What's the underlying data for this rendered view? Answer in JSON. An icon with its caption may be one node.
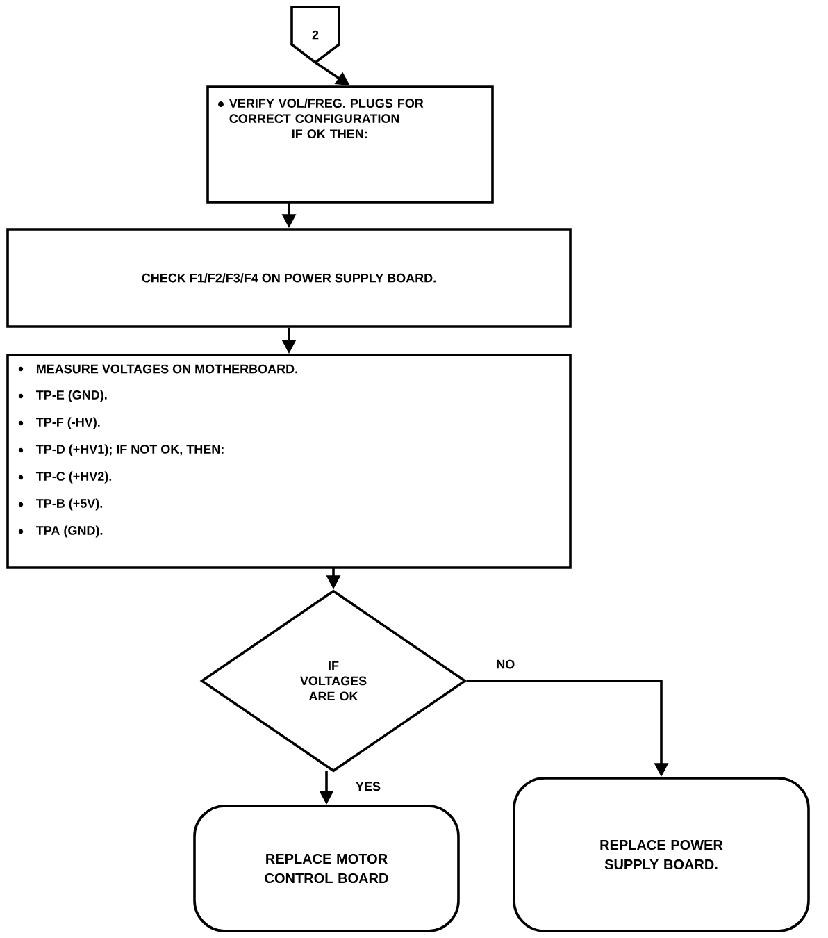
{
  "diagram": {
    "nodes": [
      {
        "text": [
          "2"
        ]
      },
      {
        "text": [
          "VERIFY VOL/FREG. PLUGS FOR CORRECT CONFIGURATION",
          "IF OK THEN:"
        ]
      },
      {
        "text": [
          "CHECK F1/F2/F3/F4 ON POWER SUPPLY BOARD."
        ]
      },
      {
        "text": [
          "MEASURE VOLTAGES ON MOTHERBOARD.",
          "TP-E (GND).",
          "TP-F (-HV).",
          "TP-D (+HV1); IF NOT OK, THEN:",
          "TP-C (+HV2).",
          "TP-B (+5V).",
          "TPA (GND)."
        ]
      },
      {
        "text": [
          "IF VOLTAGES ARE OK"
        ]
      },
      {
        "text": [
          "REPLACE MOTOR CONTROL BOARD"
        ]
      },
      {
        "text": [
          "REPLACE POWER SUPPLY BOARD."
        ]
      }
    ],
    "edges": [
      {
        "from": 0,
        "to": 1,
        "arrow": "to"
      },
      {
        "from": 1,
        "to": 2,
        "arrow": "to"
      },
      {
        "from": 2,
        "to": 3,
        "arrow": "to"
      },
      {
        "from": 3,
        "to": 4,
        "arrow": "to"
      },
      {
        "from": 4,
        "to": 5,
        "arrow": "to",
        "label": "YES"
      },
      {
        "from": 4,
        "to": 6,
        "arrow": "to",
        "label": "NO"
      }
    ]
  }
}
